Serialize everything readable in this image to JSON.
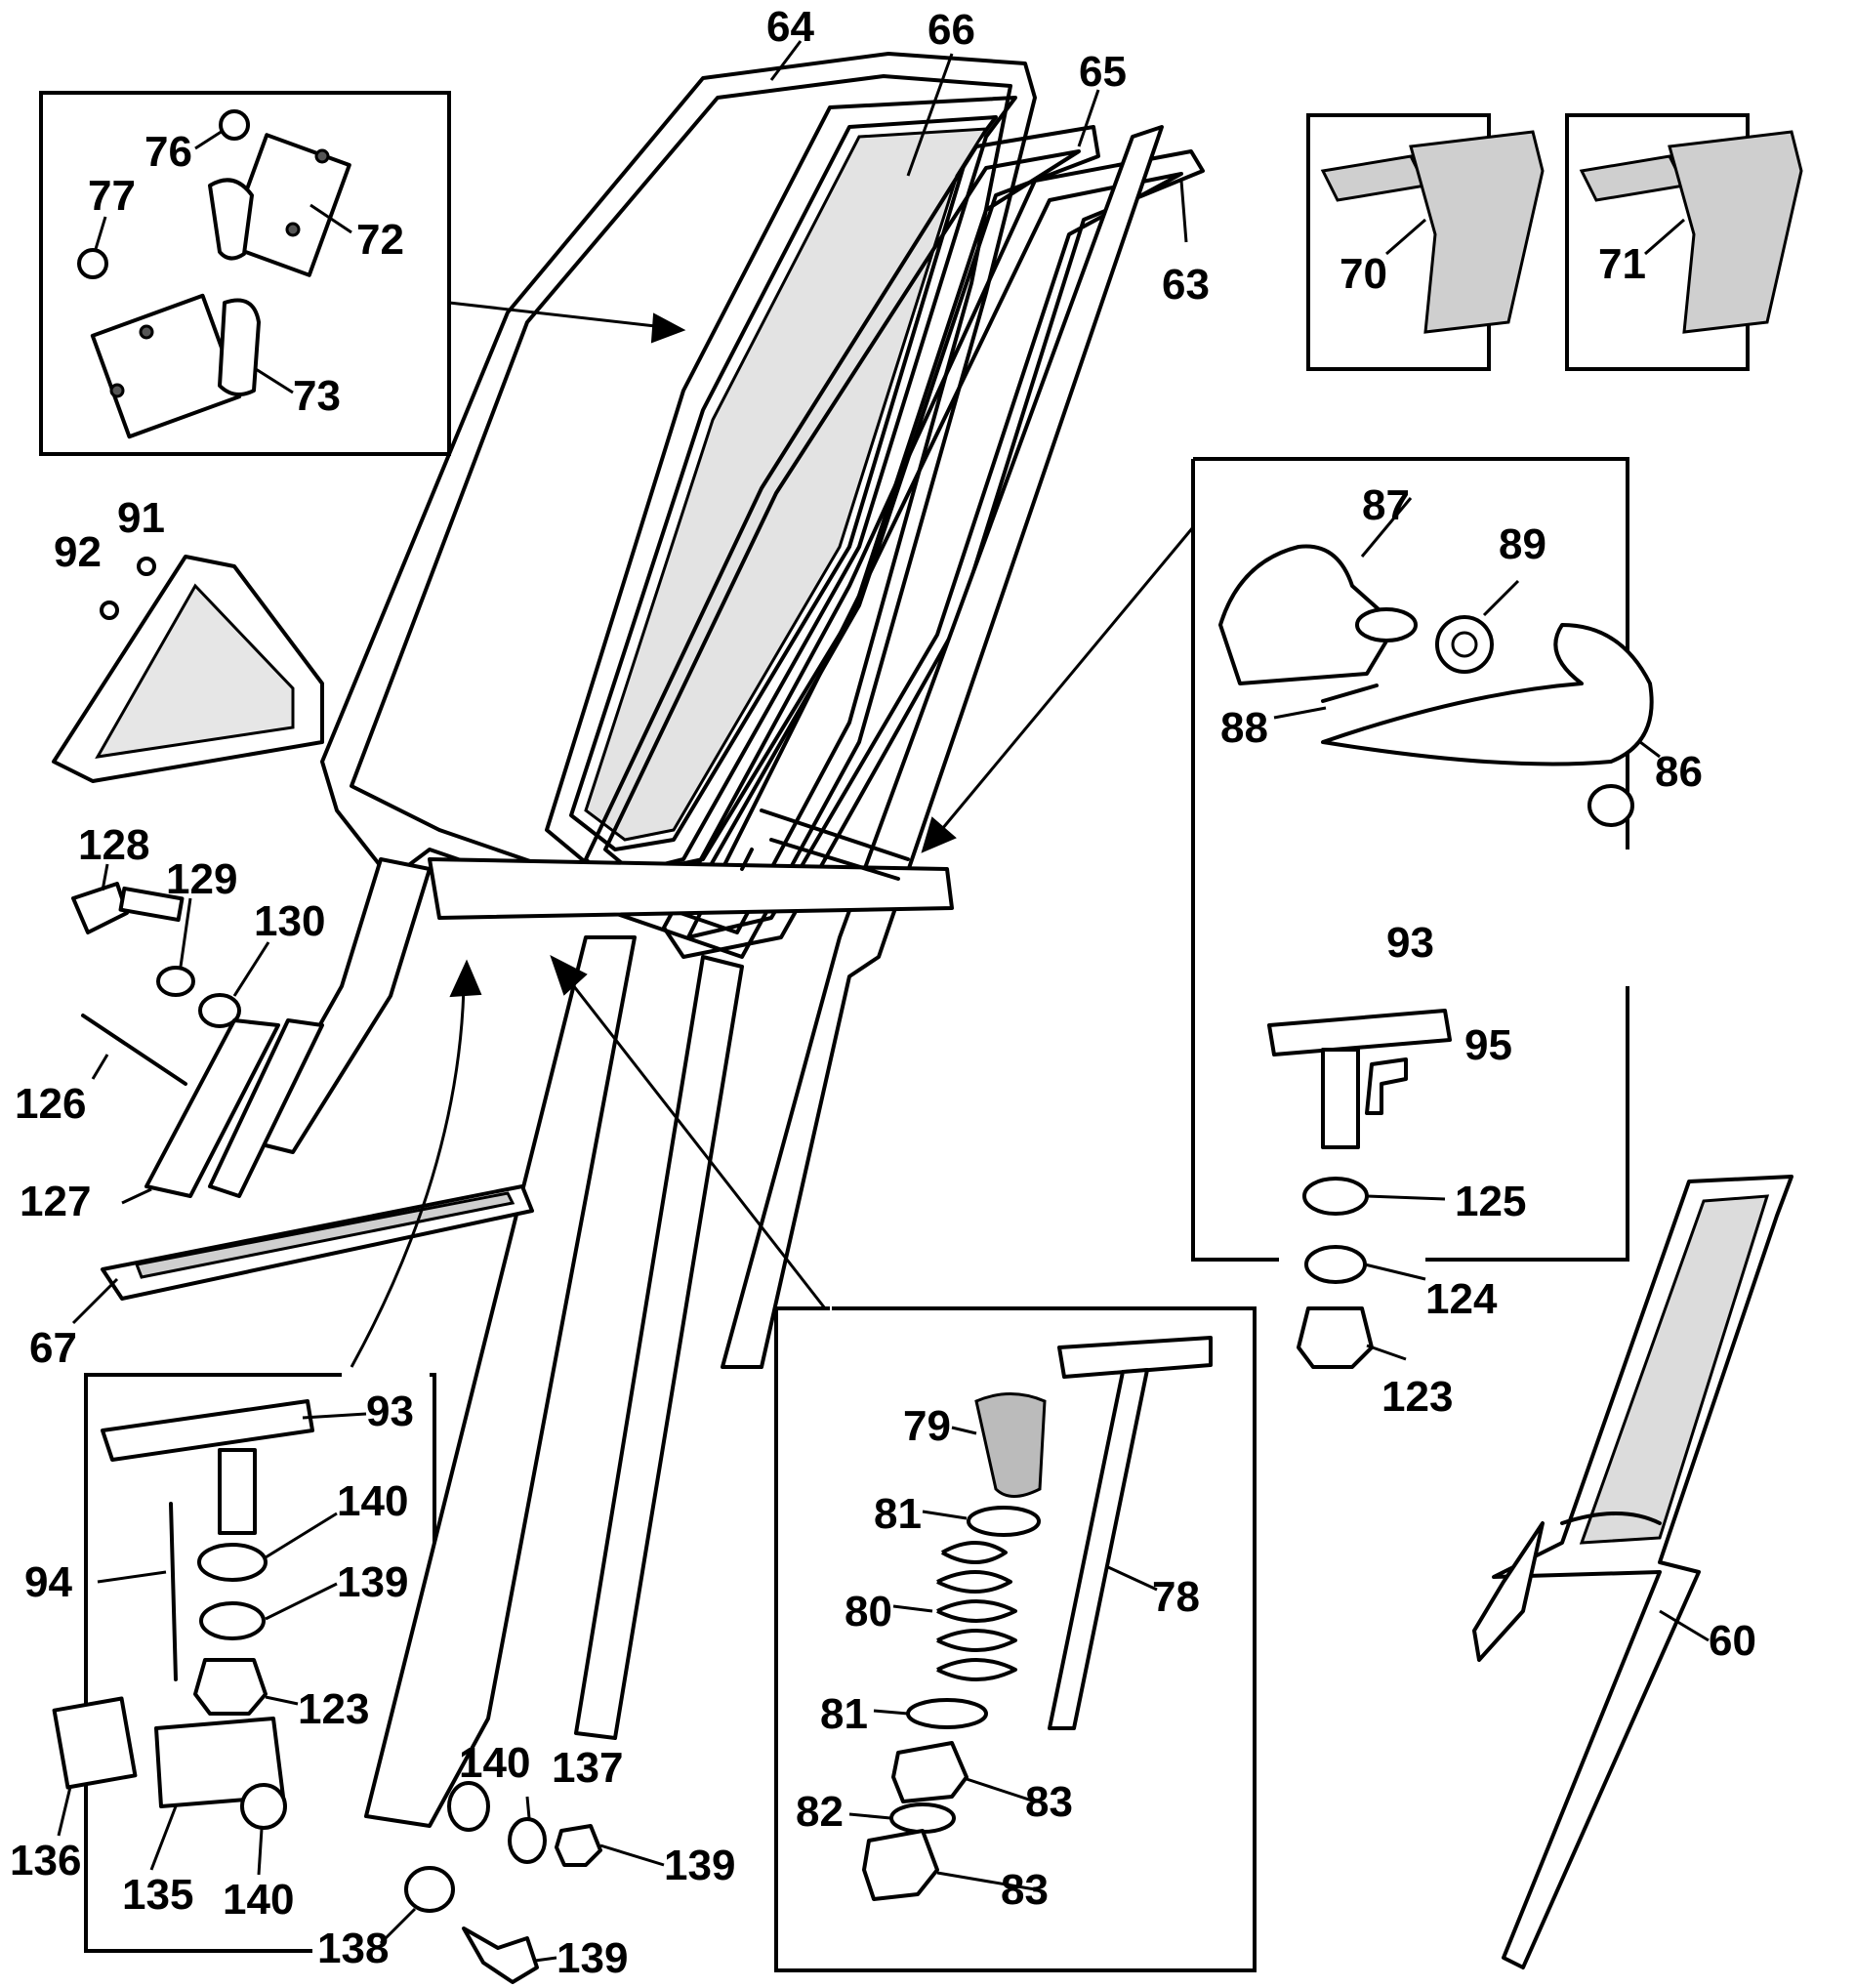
{
  "part_labels": [
    "64",
    "66",
    "65",
    "63",
    "76",
    "72",
    "77",
    "73",
    "70",
    "71",
    "92",
    "91",
    "87",
    "89",
    "88",
    "86",
    "128",
    "129",
    "130",
    "126",
    "127",
    "93",
    "95",
    "125",
    "124",
    "123",
    "67",
    "93",
    "140",
    "94",
    "139",
    "123",
    "136",
    "135",
    "140",
    "79",
    "81",
    "78",
    "80",
    "81",
    "83",
    "82",
    "83",
    "140",
    "137",
    "139",
    "138",
    "139",
    "60"
  ],
  "colors": {
    "ink": "#000000",
    "paper": "#ffffff",
    "stipple": "#cfcfcf"
  }
}
